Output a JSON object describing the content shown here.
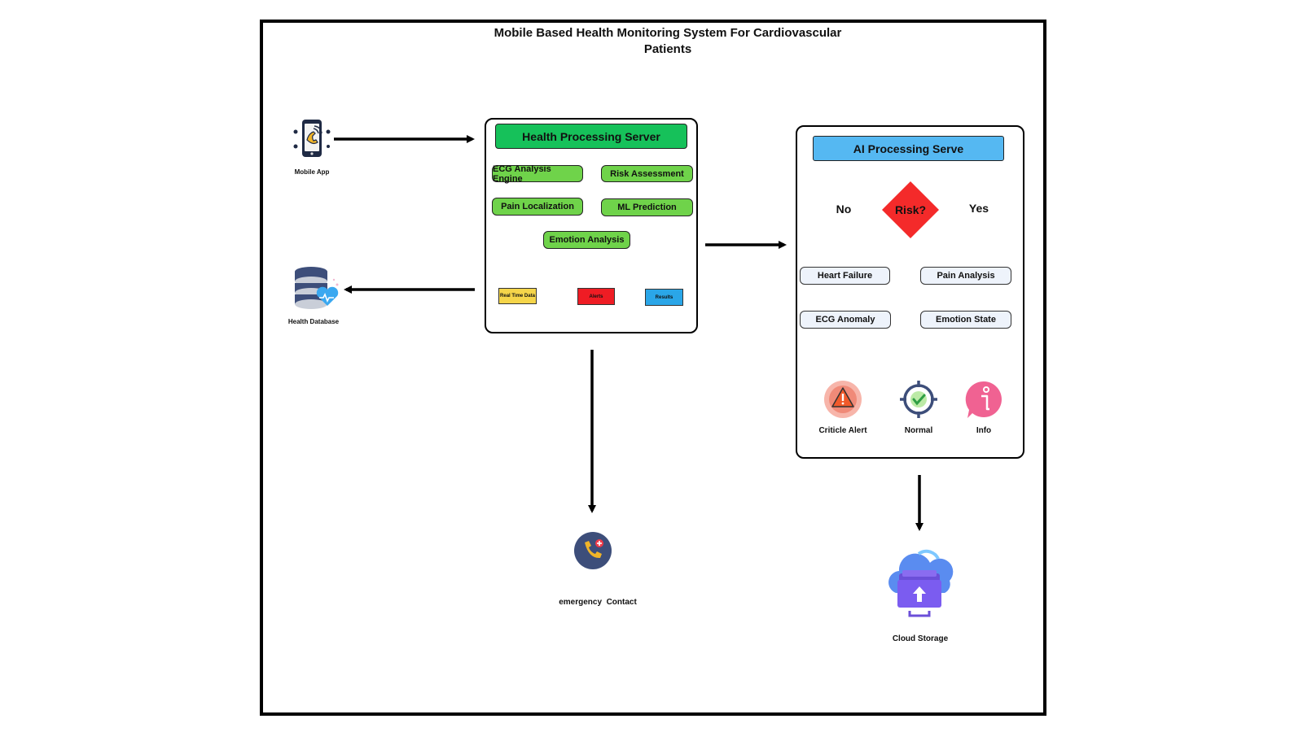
{
  "title_line1": "Mobile Based Health Monitoring System For Cardiovascular",
  "title_line2": "Patients",
  "mobile_app": {
    "label": "Mobile App",
    "icon": "smartphone-icon"
  },
  "health_database": {
    "label": "Health Database",
    "icon": "database-heart-icon"
  },
  "emergency_contact": {
    "label": "emergency  Contact",
    "icon": "phone-call-icon"
  },
  "cloud_storage": {
    "label": "Cloud Storage",
    "icon": "cloud-upload-icon"
  },
  "health_server": {
    "title": "Health Processing Server",
    "modules": [
      "ECG Analysis Engine",
      "Risk Assessment",
      "Pain Localization",
      "ML Prediction",
      "Emotion Analysis"
    ],
    "tags": [
      {
        "label": "Real Time Data",
        "color": "#f5d54a"
      },
      {
        "label": "Alerts",
        "color": "#ef1c24"
      },
      {
        "label": "Results",
        "color": "#2aa6e8"
      }
    ]
  },
  "ai_server": {
    "title": "AI Processing Serve",
    "decision": "Risk?",
    "no_label": "No",
    "yes_label": "Yes",
    "no_branch": [
      "Heart Failure",
      "ECG Anomaly"
    ],
    "yes_branch": [
      "Pain Analysis",
      "Emotion State"
    ],
    "statuses": [
      {
        "label": "Criticle Alert",
        "icon": "warning-icon"
      },
      {
        "label": "Normal",
        "icon": "target-check-icon"
      },
      {
        "label": "Info",
        "icon": "info-icon"
      }
    ]
  },
  "colors": {
    "health_header": "#16c15a",
    "module_green": "#6fd34a",
    "ai_header": "#55b8f2",
    "decision_red": "#f42a2a",
    "node_fill": "#eef3fb"
  }
}
